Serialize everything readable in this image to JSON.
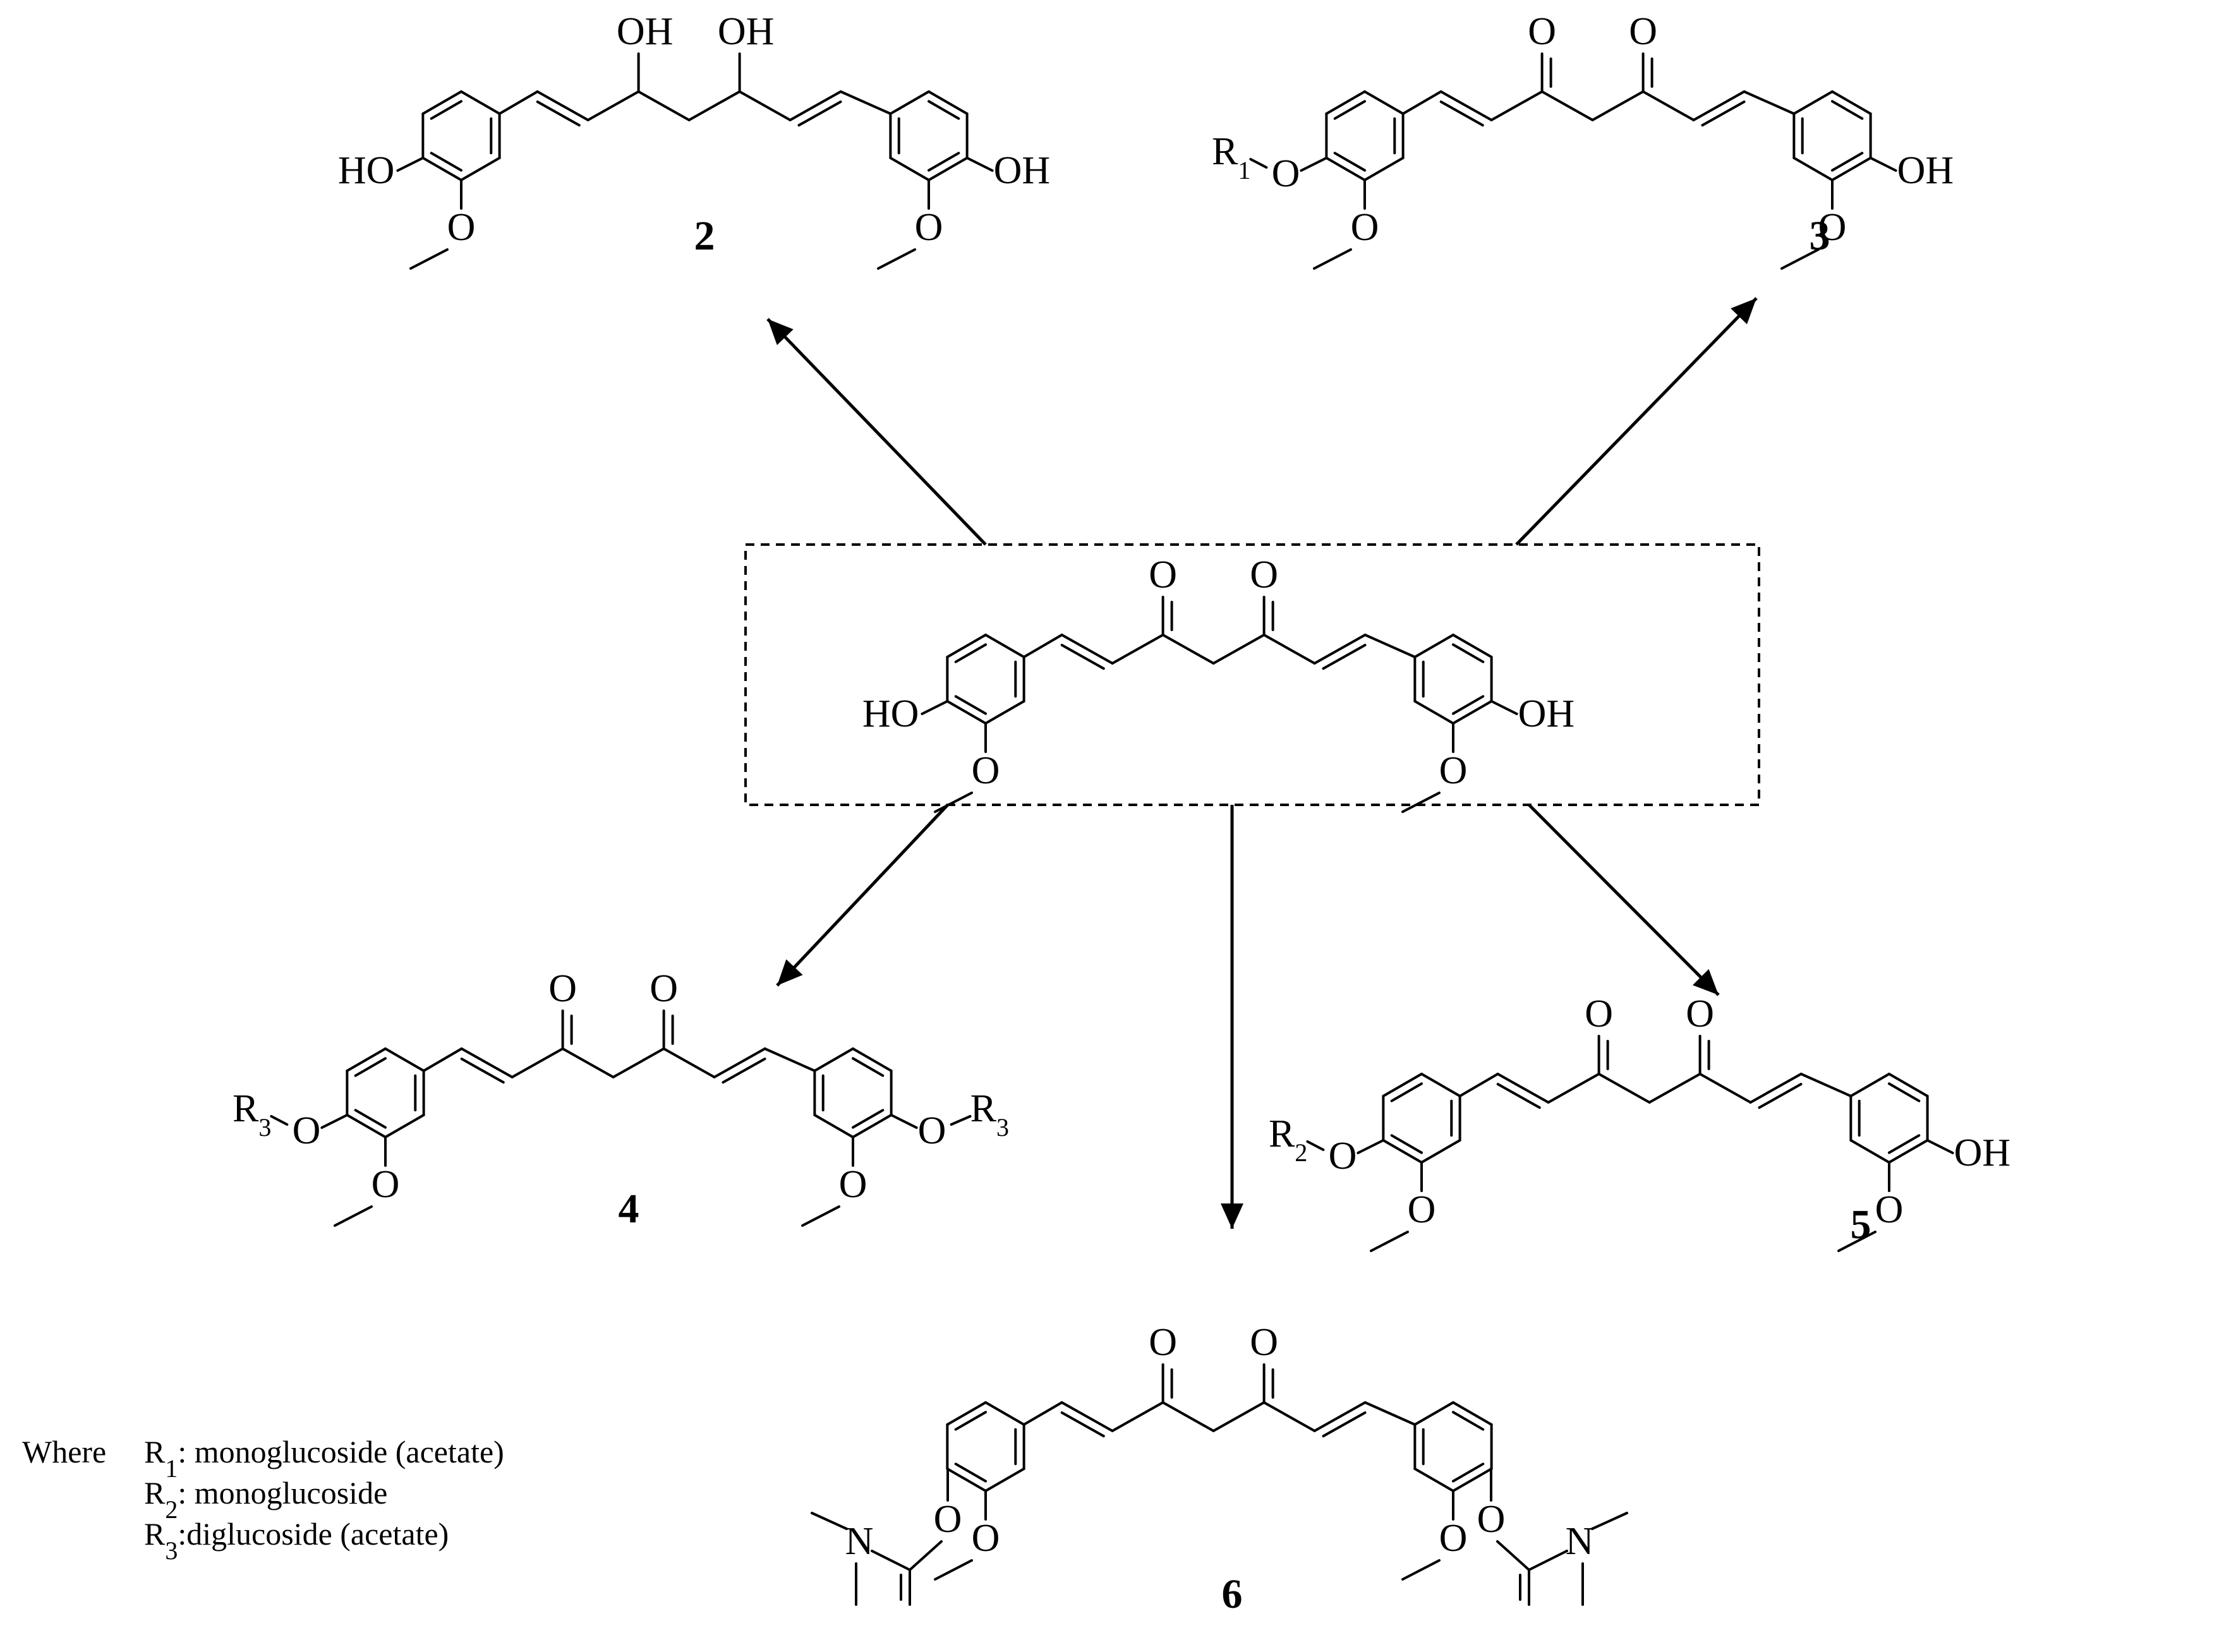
{
  "labels": {
    "oh": "OH",
    "ho": "HO",
    "o": "O",
    "n": "N",
    "r": "R",
    "sub1": "1",
    "sub2": "2",
    "sub3": "3"
  },
  "compounds": [
    "2",
    "3",
    "4",
    "5",
    "6"
  ],
  "legend": {
    "where": "Where",
    "r1_text": ": monoglucoside (acetate)",
    "r2_text": ": monoglucoside",
    "r3_text": ":diglucoside (acetate)"
  }
}
